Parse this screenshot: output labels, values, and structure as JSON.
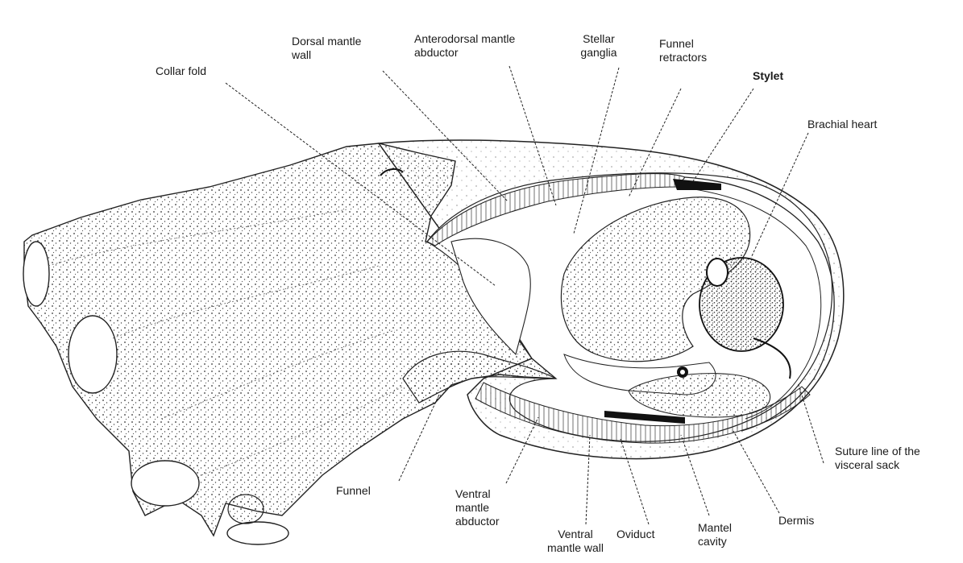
{
  "labels": {
    "collar_fold": "Collar fold",
    "dorsal_mantle_wall_1": "Dorsal mantle",
    "dorsal_mantle_wall_2": "wall",
    "anterodorsal_1": "Anterodorsal mantle",
    "anterodorsal_2": "abductor",
    "stellar_1": "Stellar",
    "stellar_2": "ganglia",
    "funnel_retr_1": "Funnel",
    "funnel_retr_2": "retractors",
    "stylet": "Stylet",
    "brachial_heart": "Brachial heart",
    "funnel": "Funnel",
    "ventral_abd_1": "Ventral",
    "ventral_abd_2": "mantle",
    "ventral_abd_3": "abductor",
    "ventral_wall_1": "Ventral",
    "ventral_wall_2": "mantle wall",
    "oviduct": "Oviduct",
    "mantel_cavity_1": "Mantel",
    "mantel_cavity_2": "cavity",
    "dermis": "Dermis",
    "suture_1": "Suture line of the",
    "suture_2": "visceral sack"
  }
}
